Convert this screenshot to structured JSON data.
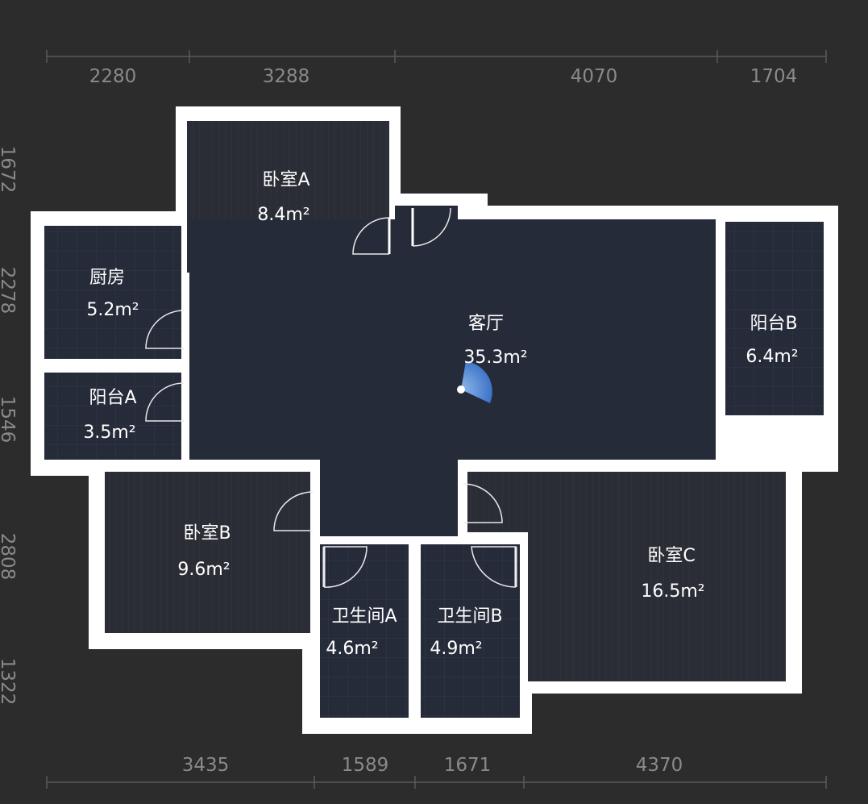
{
  "colors": {
    "background": "#2c2c2c",
    "wall": "#ffffff",
    "room": "#262b3a",
    "compass": "#4a8fe0"
  },
  "dimensions": {
    "top": [
      "2280",
      "3288",
      "4070",
      "1704"
    ],
    "bottom": [
      "3435",
      "1589",
      "1671",
      "4370"
    ],
    "left": [
      "1672",
      "2278",
      "1546",
      "2808",
      "1322"
    ]
  },
  "rooms": {
    "bedroom_a": {
      "name": "卧室A",
      "area": "8.4m²"
    },
    "kitchen": {
      "name": "厨房",
      "area": "5.2m²"
    },
    "balcony_a": {
      "name": "阳台A",
      "area": "3.5m²"
    },
    "living": {
      "name": "客厅",
      "area": "35.3m²"
    },
    "balcony_b": {
      "name": "阳台B",
      "area": "6.4m²"
    },
    "bedroom_b": {
      "name": "卧室B",
      "area": "9.6m²"
    },
    "bath_a": {
      "name": "卫生间A",
      "area": "4.6m²"
    },
    "bath_b": {
      "name": "卫生间B",
      "area": "4.9m²"
    },
    "bedroom_c": {
      "name": "卧室C",
      "area": "16.5m²"
    }
  },
  "icons": {
    "compass": "view-direction-icon"
  }
}
